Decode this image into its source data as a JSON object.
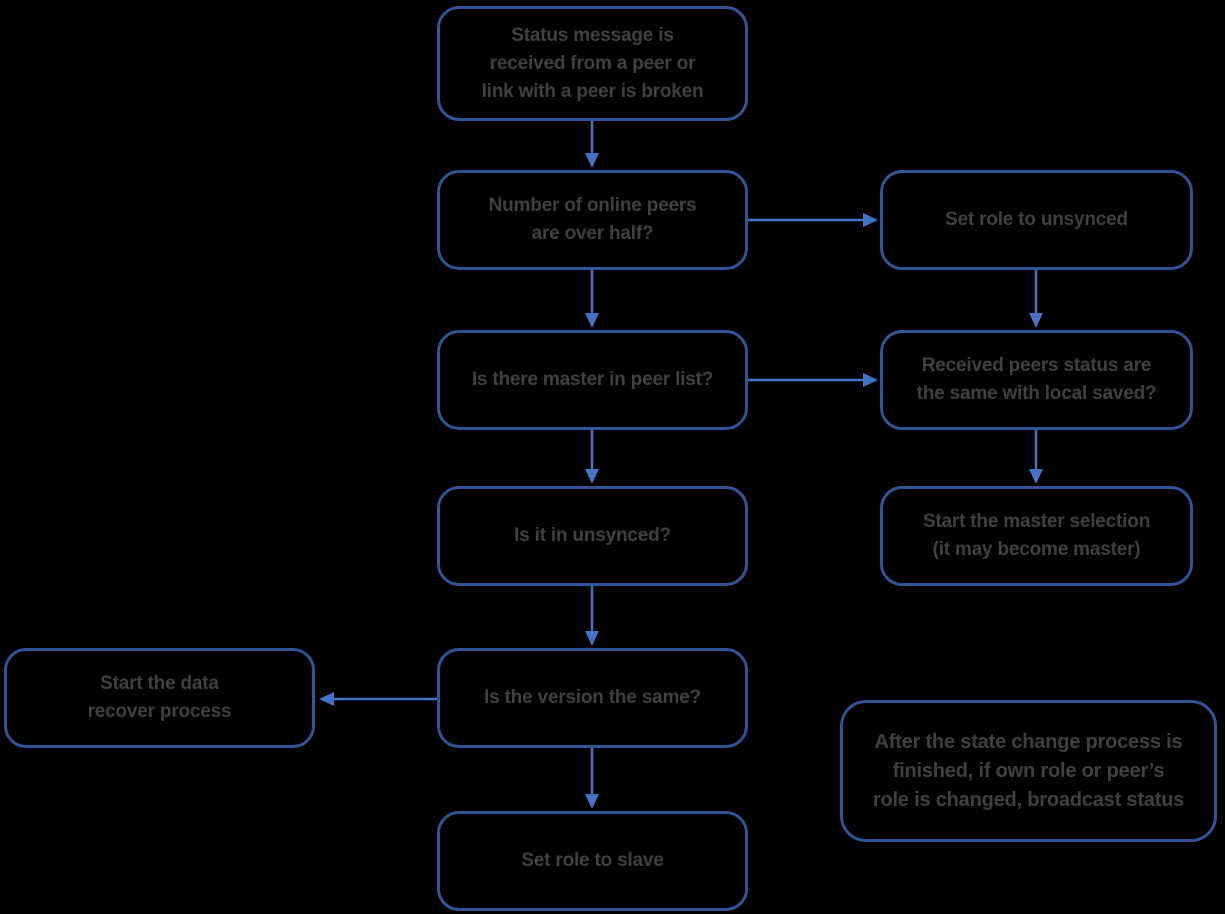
{
  "diagram": {
    "type": "flowchart",
    "background_color": "#000000",
    "node_border_color": "#2F5597",
    "arrow_color": "#4472C4",
    "text_color": "#404040",
    "nodes": {
      "status_received": {
        "label": "Status message is\nreceived from a peer or\nlink with a peer is broken"
      },
      "peers_over_half": {
        "label": "Number of online peers\nare over half?"
      },
      "set_role_unsynced": {
        "label": "Set role to unsynced"
      },
      "master_in_peer_list": {
        "label": "Is there master in peer list?"
      },
      "peers_status_same": {
        "label": "Received peers status are\nthe same with local saved?"
      },
      "is_in_unsynced": {
        "label": "Is it in unsynced?"
      },
      "start_master_selection": {
        "label": "Start the master selection\n(it may become master)"
      },
      "start_data_recover": {
        "label": "Start the data\nrecover process"
      },
      "version_same": {
        "label": "Is the version the same?"
      },
      "broadcast_note": {
        "label": "After the state change process is\nfinished, if own role or peer’s\nrole is changed, broadcast status"
      },
      "set_role_slave": {
        "label": "Set role to slave"
      }
    },
    "edges": [
      {
        "from": "status_received",
        "to": "peers_over_half",
        "direction": "down"
      },
      {
        "from": "peers_over_half",
        "to": "set_role_unsynced",
        "direction": "right"
      },
      {
        "from": "peers_over_half",
        "to": "master_in_peer_list",
        "direction": "down"
      },
      {
        "from": "set_role_unsynced",
        "to": "peers_status_same",
        "direction": "down"
      },
      {
        "from": "master_in_peer_list",
        "to": "peers_status_same",
        "direction": "right"
      },
      {
        "from": "master_in_peer_list",
        "to": "is_in_unsynced",
        "direction": "down"
      },
      {
        "from": "peers_status_same",
        "to": "start_master_selection",
        "direction": "down"
      },
      {
        "from": "is_in_unsynced",
        "to": "version_same",
        "direction": "down"
      },
      {
        "from": "version_same",
        "to": "start_data_recover",
        "direction": "left"
      },
      {
        "from": "version_same",
        "to": "set_role_slave",
        "direction": "down"
      }
    ]
  }
}
